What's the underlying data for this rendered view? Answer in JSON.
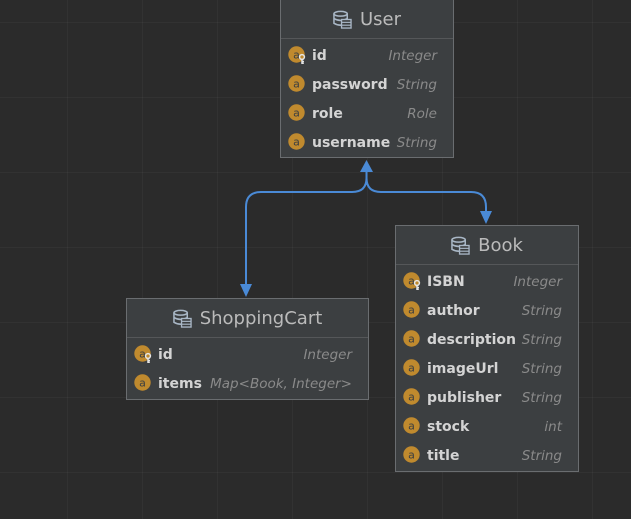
{
  "colors": {
    "background": "#2b2b2b",
    "entity_bg": "#3c3f41",
    "entity_border": "#6a6d70",
    "edge": "#4a8ad6",
    "field_icon": "#c08a2e"
  },
  "entities": [
    {
      "name": "User",
      "fields": [
        {
          "name": "id",
          "type": "Integer",
          "key": true
        },
        {
          "name": "password",
          "type": "String",
          "key": false
        },
        {
          "name": "role",
          "type": "Role",
          "key": false
        },
        {
          "name": "username",
          "type": "String",
          "key": false
        }
      ]
    },
    {
      "name": "Book",
      "fields": [
        {
          "name": "ISBN",
          "type": "Integer",
          "key": true
        },
        {
          "name": "author",
          "type": "String",
          "key": false
        },
        {
          "name": "description",
          "type": "String",
          "key": false
        },
        {
          "name": "imageUrl",
          "type": "String",
          "key": false
        },
        {
          "name": "publisher",
          "type": "String",
          "key": false
        },
        {
          "name": "stock",
          "type": "int",
          "key": false
        },
        {
          "name": "title",
          "type": "String",
          "key": false
        }
      ]
    },
    {
      "name": "ShoppingCart",
      "fields": [
        {
          "name": "id",
          "type": "Integer",
          "key": true
        },
        {
          "name": "items",
          "type": "Map<Book, Integer>",
          "key": false
        }
      ]
    }
  ],
  "relations": [
    {
      "from": "User",
      "to": "ShoppingCart"
    },
    {
      "from": "User",
      "to": "Book"
    }
  ]
}
